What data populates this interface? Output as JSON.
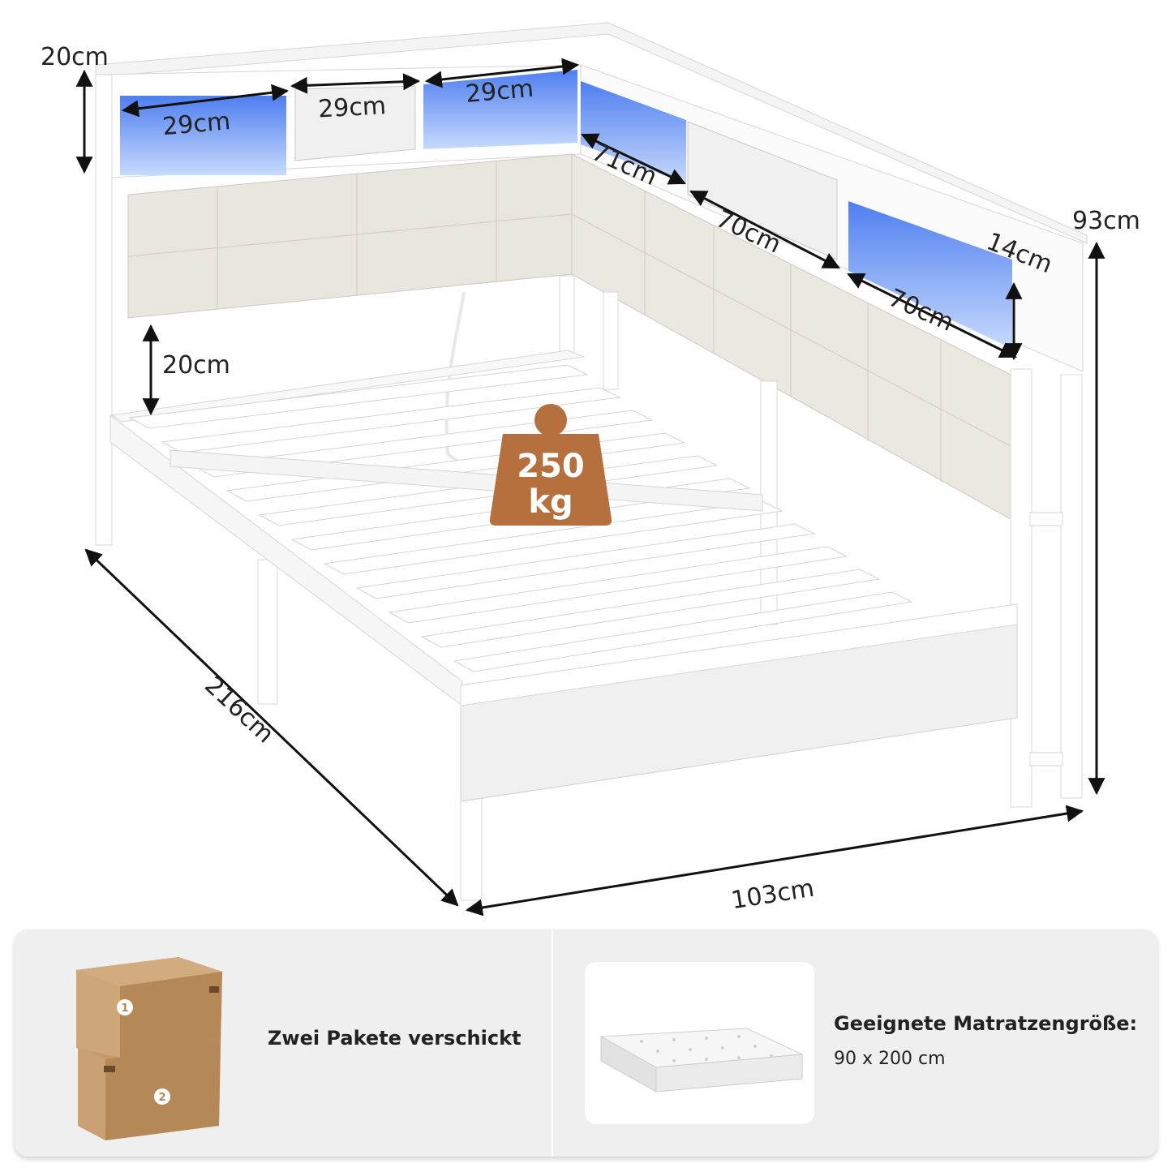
{
  "dimensions": {
    "shelf_height": "20cm",
    "compartment_left": "29cm",
    "compartment_middle": "29cm",
    "compartment_right": "29cm",
    "side_length": "71cm",
    "side_upper_70": "70cm",
    "side_lower_70": "70cm",
    "shelf_depth": "14cm",
    "total_height": "93cm",
    "under_bed_clearance": "20cm",
    "length": "216cm",
    "width": "103cm"
  },
  "load": {
    "value": "250",
    "unit": "kg",
    "badge_color": "#b5703e"
  },
  "packages": {
    "box1_number": "1",
    "box2_number": "2",
    "text": "Zwei Pakete verschickt"
  },
  "mattress": {
    "title": "Geeignete Matratzengröße:",
    "size": "90 x 200 cm"
  },
  "colors": {
    "led_blue": "#5a8cf0",
    "fabric": "#e9e5df",
    "frame": "#ffffff",
    "cardboard": "#c49a6c"
  }
}
